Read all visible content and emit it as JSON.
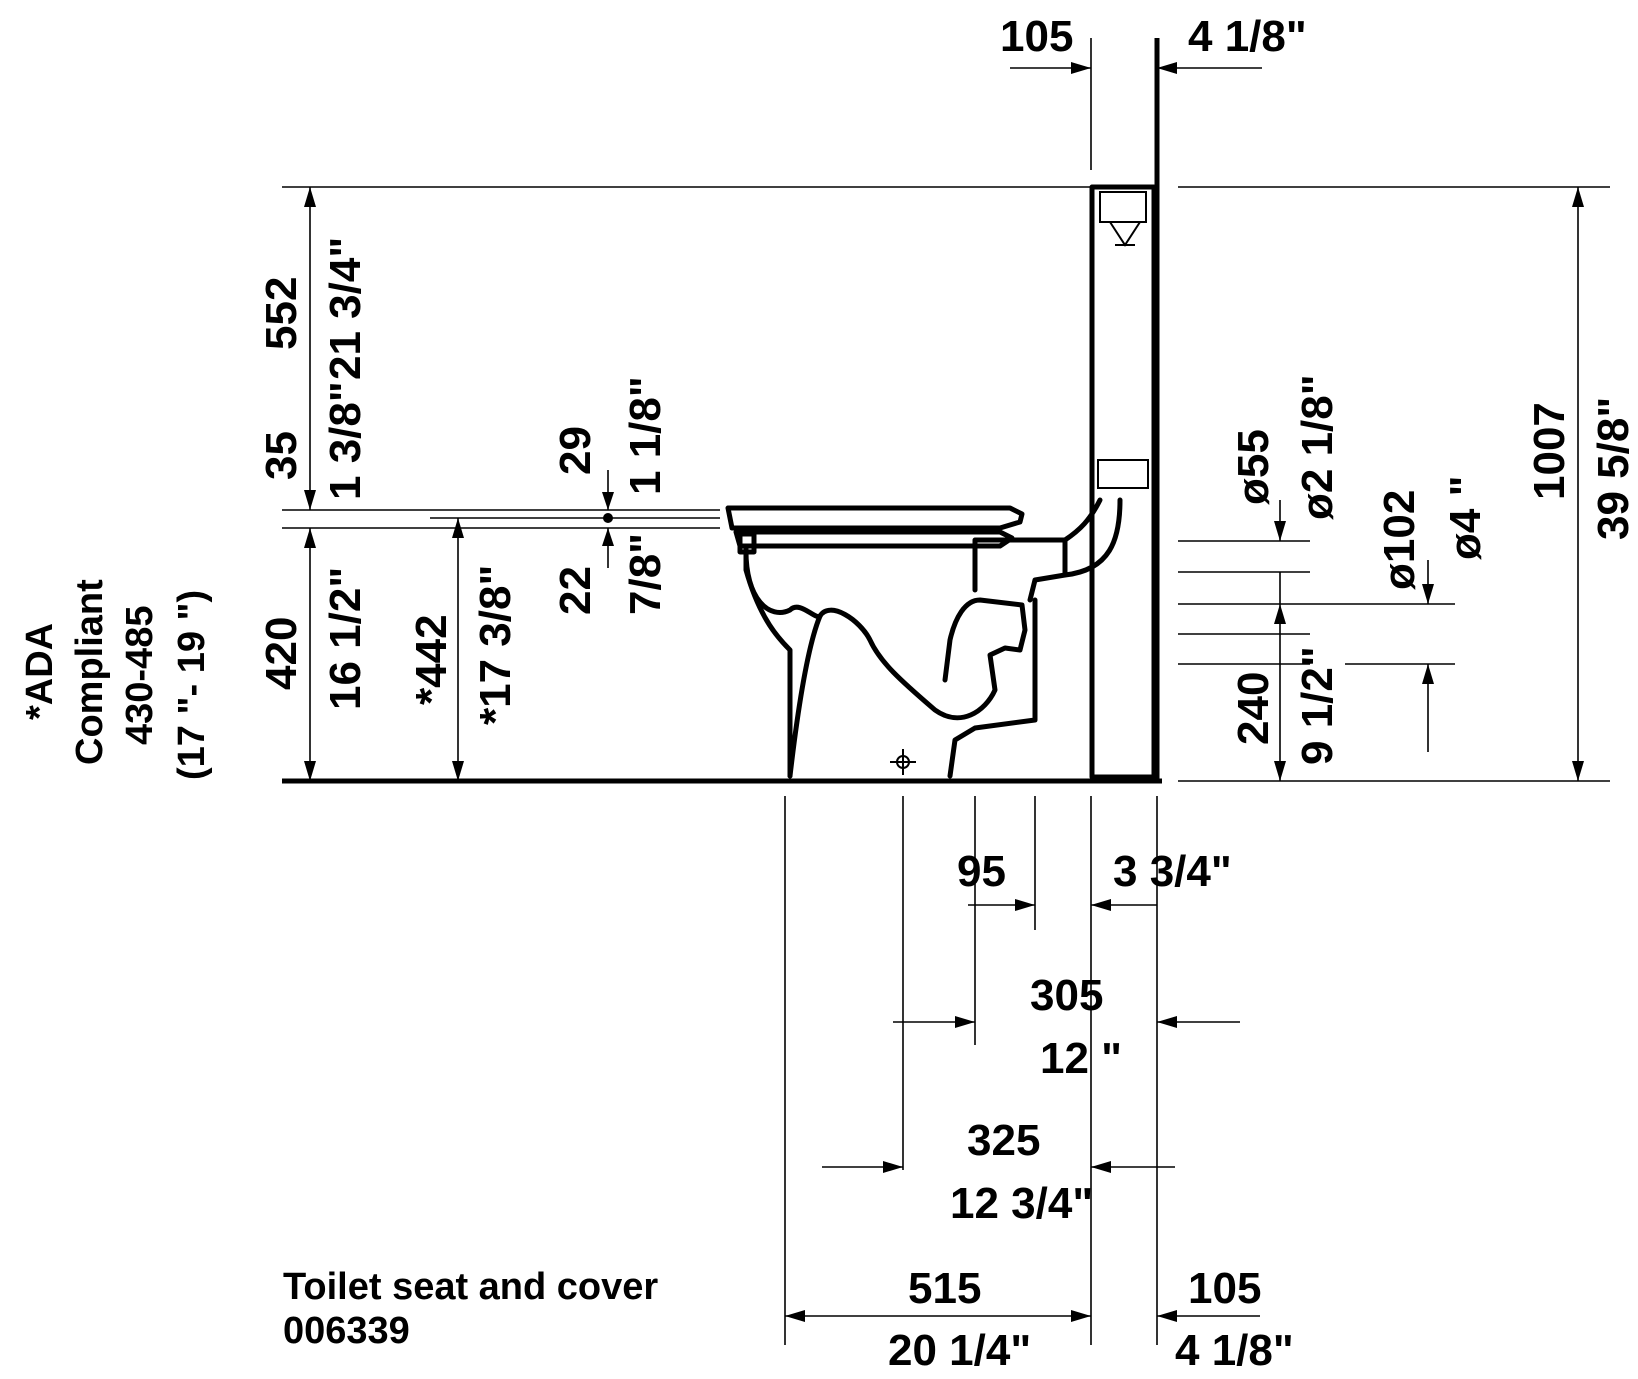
{
  "dims": {
    "top_in_mm": "105",
    "top_in_inch": "4 1/8\"",
    "h_552": "552",
    "h_552_in": "21 3/4\"",
    "h_35": "35",
    "h_35_in": "1 3/8\"",
    "h_29": "29",
    "h_29_in": "1 1/8\"",
    "h_22": "22",
    "h_22_in": "7/8\"",
    "h_420": "420",
    "h_420_in": "16 1/2\"",
    "h_442": "*442",
    "h_442_in": "*17 3/8\"",
    "d55": "ø55",
    "d55_in": "ø2 1/8\"",
    "d102": "ø102",
    "d102_in": "ø4 \"",
    "h_240": "240",
    "h_240_in": "9 1/2\"",
    "h_1007": "1007",
    "h_1007_in": "39 5/8\"",
    "w_95": "95",
    "w_3_34": "3 3/4\"",
    "w_305": "305",
    "w_305_in": "12 \"",
    "w_325": "325",
    "w_325_in": "12 3/4\"",
    "w_515": "515",
    "w_515_in": "20 1/4\"",
    "w_105": "105",
    "w_105_in": "4 1/8\""
  },
  "ada": {
    "line1": "*ADA",
    "line2": "Compliant",
    "line3": "430-485",
    "line4": "(17 \"- 19 \")"
  },
  "seat": {
    "line1": "Toilet seat and cover",
    "line2": "006339"
  }
}
